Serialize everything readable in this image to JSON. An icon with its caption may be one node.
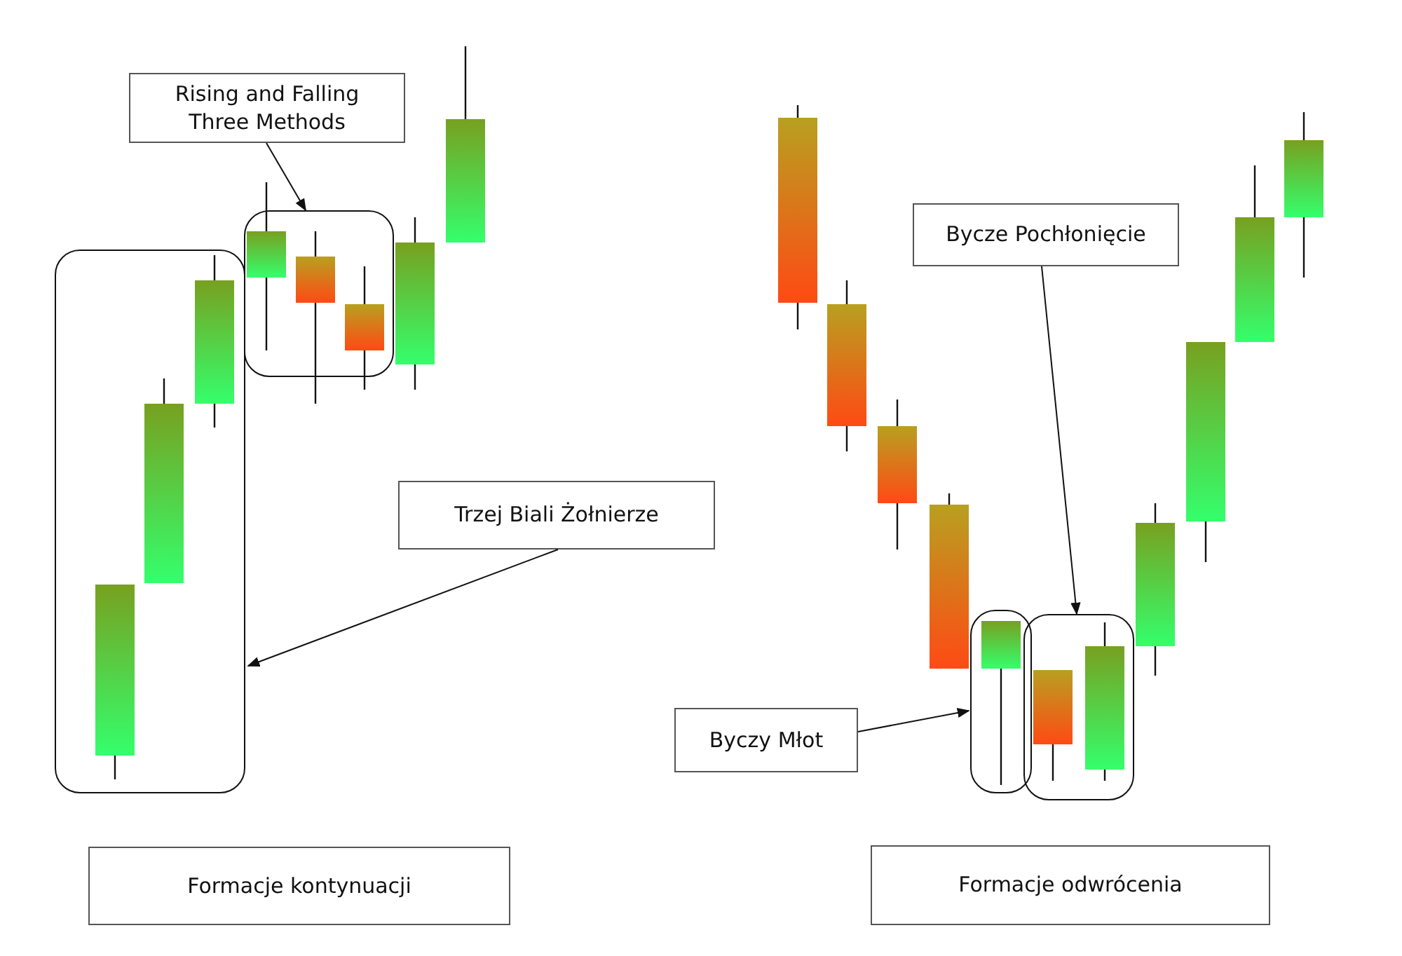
{
  "diagram": {
    "nodes": [
      {
        "text": [
          "Rising and Falling Three Methods"
        ]
      },
      {
        "text": [],
        "shape": "box"
      },
      {
        "text": [
          "Trzej Biali Żołnierze"
        ]
      },
      {
        "text": [],
        "shape": "box"
      },
      {
        "text": [
          "Bycze Pochłonięcie"
        ]
      },
      {
        "text": [],
        "shape": "box"
      },
      {
        "text": [
          "Byczy Młot"
        ]
      },
      {
        "text": [],
        "shape": "box"
      },
      {
        "text": [
          "Formacje kontynuacji"
        ]
      },
      {
        "text": [
          "Formacje odwrócenia"
        ]
      }
    ],
    "edges": [
      {
        "from": 0,
        "to": 1,
        "arrow": "to"
      },
      {
        "from": 2,
        "to": 3,
        "arrow": "to"
      },
      {
        "from": 4,
        "to": 5,
        "arrow": "to"
      },
      {
        "from": 6,
        "to": 7,
        "arrow": "to"
      }
    ]
  }
}
